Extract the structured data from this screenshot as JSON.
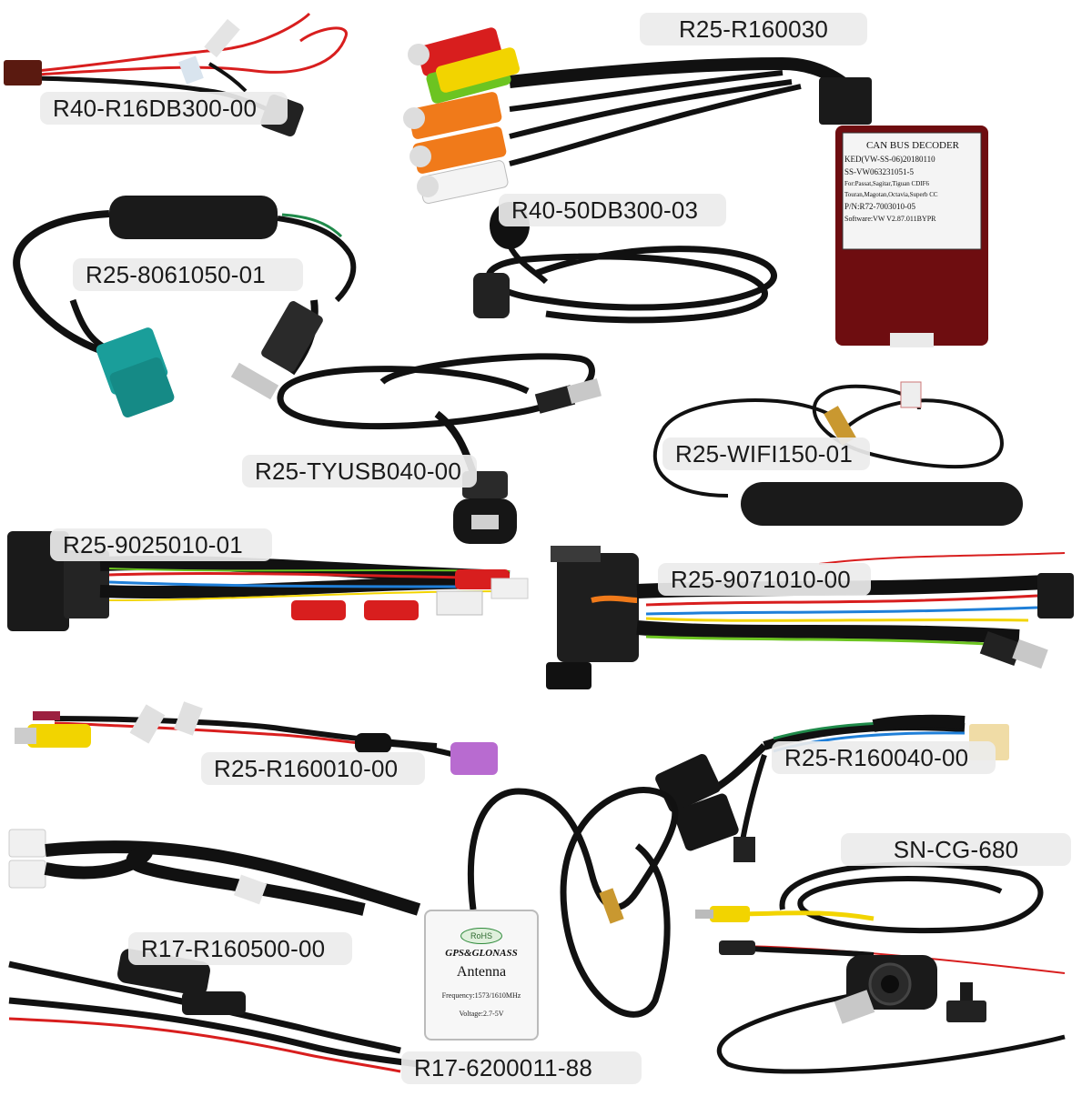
{
  "parts": [
    {
      "id": "R40-R16DB300-00"
    },
    {
      "id": "R25-R160030"
    },
    {
      "id": "R25-8061050-01"
    },
    {
      "id": "R40-50DB300-03"
    },
    {
      "id": "R25-TYUSB040-00"
    },
    {
      "id": "R25-WIFI150-01"
    },
    {
      "id": "R25-9025010-01"
    },
    {
      "id": "R25-9071010-00"
    },
    {
      "id": "R25-R160010-00"
    },
    {
      "id": "R25-R160040-00"
    },
    {
      "id": "SN-CG-680"
    },
    {
      "id": "R17-R160500-00"
    },
    {
      "id": "R17-6200011-88"
    }
  ],
  "decoder": {
    "title": "CAN BUS DECODER",
    "lines": [
      "KED(VW-SS-06)20180110",
      "SS-VW063231051-5",
      "For:Passat,Sagitar,Tiguan CDIF6",
      "Touran,Magotan,Octavia,Superb CC",
      "P/N:R72-7003010-05",
      "Software:VW V2.87.011BYPR"
    ]
  },
  "gps_antenna": {
    "badge": "RoHS",
    "name": "GPS&GLONASS",
    "type": "Antenna",
    "frequency": "Frequency:1573/1610MHz",
    "voltage": "Voltage:2.7-5V"
  },
  "colors": {
    "cable": "#111111",
    "decoder_body": "#6e0d10",
    "fakra_teal": "#1a9e9a",
    "fakra_purple": "#b86bd0",
    "rca_red": "#d81e1e",
    "rca_yellow": "#f2d400",
    "rca_orange": "#f07a1a",
    "rca_green": "#6cc421",
    "label_bg": "#ececec"
  },
  "icons": [
    "usb-plug-icon",
    "rca-plug-icon",
    "fakra-connector-icon",
    "camera-icon",
    "antenna-icon"
  ]
}
